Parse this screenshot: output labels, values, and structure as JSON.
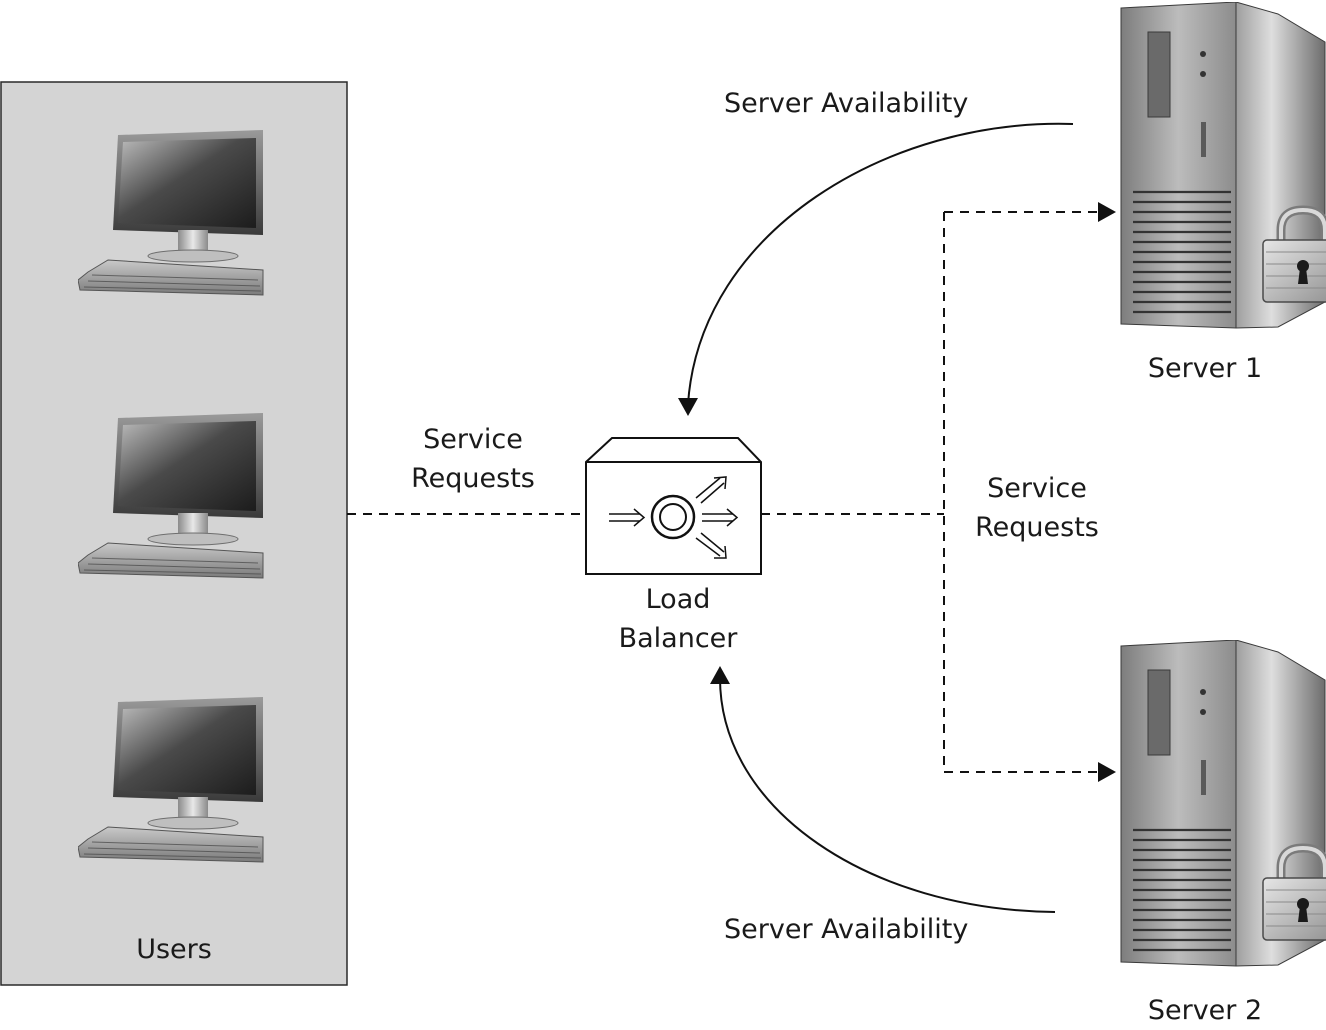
{
  "users_group": {
    "label": "Users",
    "panel_color": "#d4d4d4",
    "computer_count": 3
  },
  "load_balancer": {
    "label_line1": "Load",
    "label_line2": "Balancer"
  },
  "labels": {
    "requests_left_line1": "Service",
    "requests_left_line2": "Requests",
    "requests_right_line1": "Service",
    "requests_right_line2": "Requests",
    "availability_top": "Server Availability",
    "availability_bottom": "Server Availability"
  },
  "servers": [
    {
      "label": "Server 1",
      "icon": "server-tower-with-lock-icon"
    },
    {
      "label": "Server 2",
      "icon": "server-tower-with-lock-icon"
    }
  ],
  "colors": {
    "line": "#111111",
    "panel": "#d4d4d4"
  }
}
